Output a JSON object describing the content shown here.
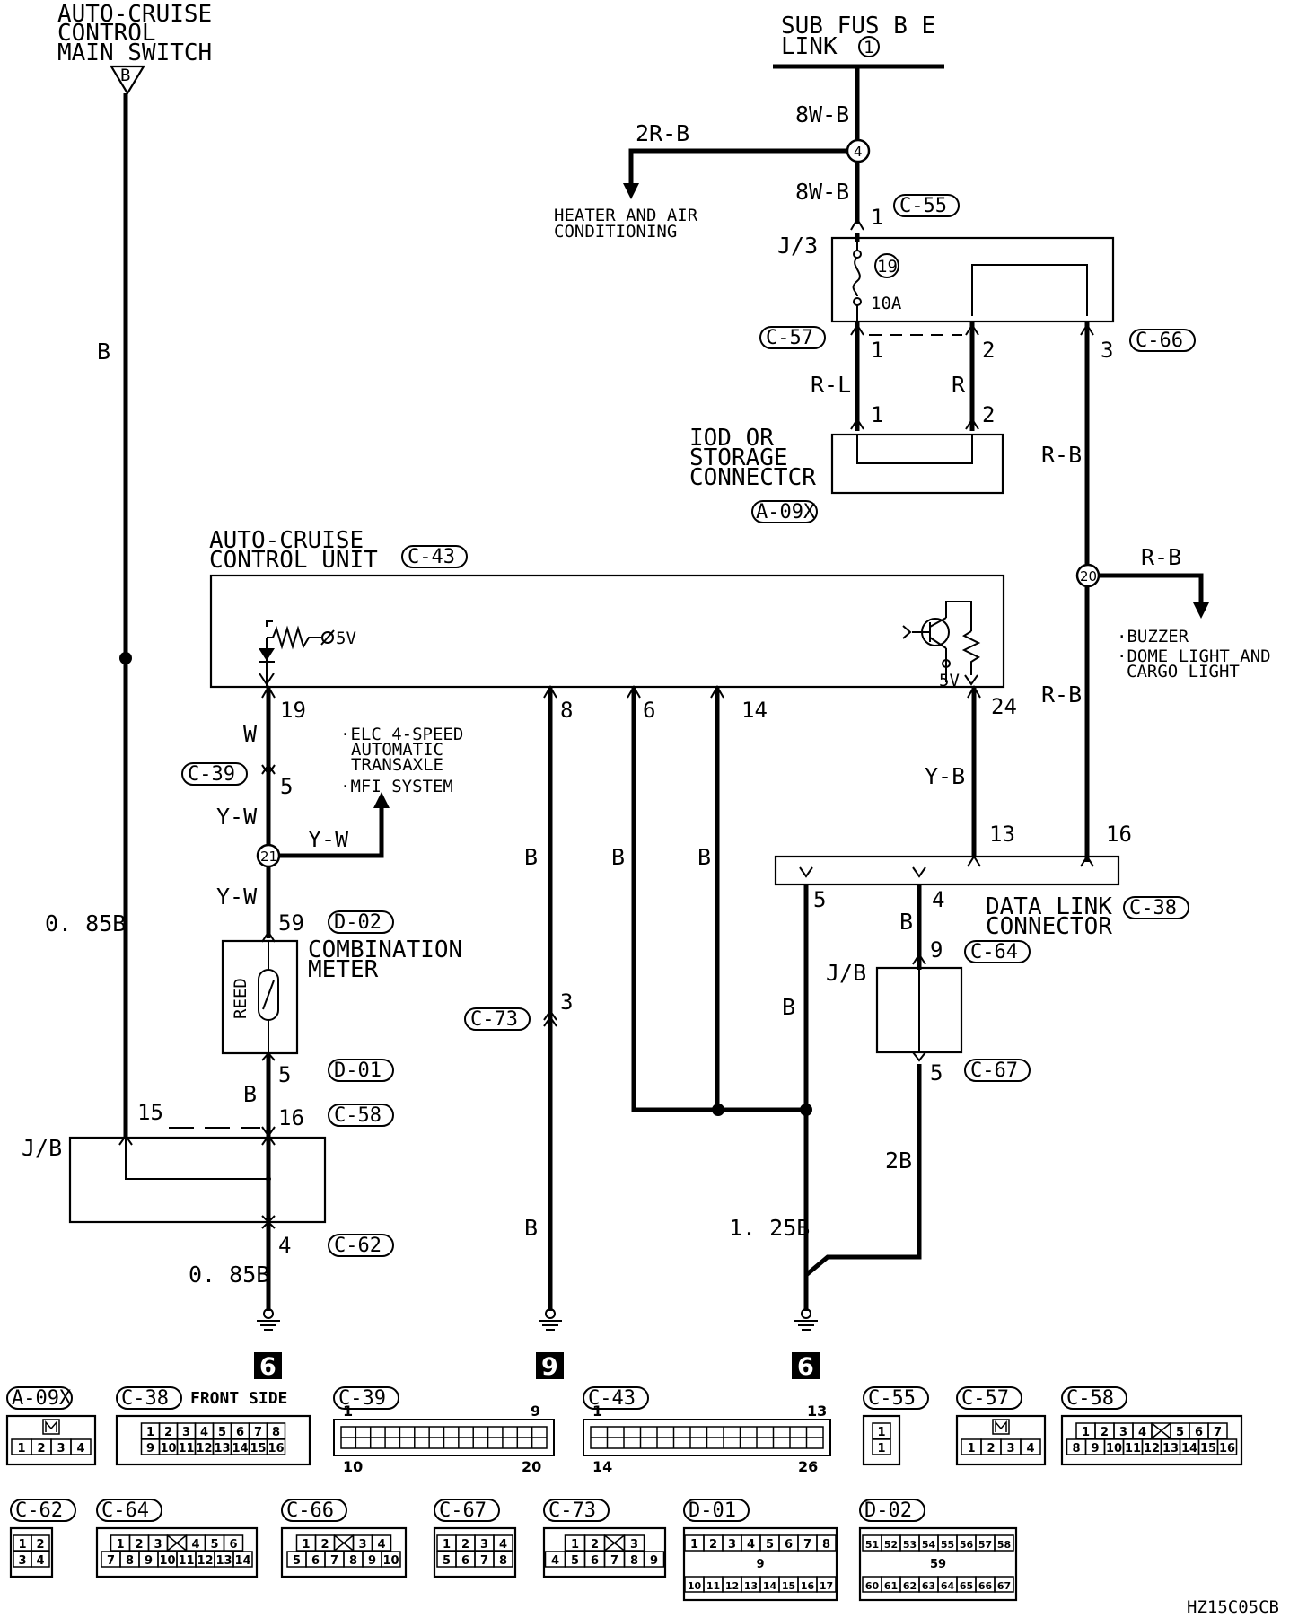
{
  "title": {
    "cruise_switch": [
      "AUTO-CRUISE",
      "CONTROL",
      "MAIN SWITCH"
    ],
    "fuse_link": [
      "SUB FUS B E",
      "LINK"
    ],
    "fuse_link_num": "1"
  },
  "components": {
    "heater": [
      "HEATER AND AIR",
      "CONDITIONING"
    ],
    "iod": [
      "IOD OR",
      "STORAGE",
      "CONNECTCR"
    ],
    "control_unit": [
      "AUTO-CRUISE",
      "CONTROL UNIT"
    ],
    "elc": [
      "·ELC 4-SPEED",
      "AUTOMATIC",
      "TRANSAXLE",
      "·MFI SYSTEM"
    ],
    "buzzer": [
      "·BUZZER",
      "·DOME LIGHT AND",
      "CARGO LIGHT"
    ],
    "combination_meter": [
      "COMBINATION",
      "METER"
    ],
    "reed": "REED",
    "data_link": [
      "DATA LINK",
      "CONNECTOR"
    ],
    "jb_label": "J/B",
    "jb_label_alt": "J/3",
    "fuse_num": "19",
    "fuse_amp": "10A",
    "source_5v": "5V"
  },
  "connector_tags": {
    "c55": "C-55",
    "c57": "C-57",
    "c66": "C-66",
    "a09x": "A-09X",
    "c43": "C-43",
    "c39": "C-39",
    "d02": "D-02",
    "d01": "D-01",
    "c58": "C-58",
    "c62": "C-62",
    "c73": "C-73",
    "c38": "C-38",
    "c64": "C-64",
    "c67": "C-67"
  },
  "wires": {
    "w1": "8W-B",
    "w2": "2R-B",
    "w3": "8W-B",
    "w4": "B",
    "w5": "R-L",
    "w6": "R",
    "w7": "R-B",
    "w8": "R-B",
    "w9": "R-B",
    "w10": "W",
    "w11": "Y-W",
    "w12": "Y-W",
    "w13": "Y-W",
    "w14": "0. 85B",
    "w15": "B",
    "w16": "0. 85B",
    "w17": "B",
    "w18": "B",
    "w19": "B",
    "w20": "B",
    "w21": "Y-B",
    "w22": "B",
    "w23": "B",
    "w24": "2B",
    "w25": "1. 25B"
  },
  "pins": {
    "p1": "1",
    "p2": "1",
    "p3": "2",
    "p4": "3",
    "p5": "1",
    "p6": "2",
    "p7": "19",
    "p8": "8",
    "p9": "6",
    "p10": "14",
    "p11": "24",
    "p12": "5",
    "p13": "59",
    "p14": "5",
    "p15": "15",
    "p16": "16",
    "p17": "4",
    "p18": "3",
    "p19": "13",
    "p20": "16",
    "p21": "5",
    "p22": "4",
    "p23": "9",
    "p24": "5"
  },
  "splices": {
    "s1": "4",
    "s2": "20",
    "s3": "21"
  },
  "grounds": {
    "g1": "6",
    "g2": "9",
    "g3": "6"
  },
  "connector_views": [
    {
      "tag": "A-09X",
      "pins_top": [],
      "pins_bottom": [
        "1",
        "2",
        "3",
        "4"
      ]
    },
    {
      "tag": "C-38",
      "note": "FRONT SIDE",
      "pins_top": [
        "1",
        "2",
        "3",
        "4",
        "5",
        "6",
        "7",
        "8"
      ],
      "pins_bottom": [
        "9",
        "10",
        "11",
        "12",
        "13",
        "14",
        "15",
        "16"
      ]
    },
    {
      "tag": "C-39",
      "labels": [
        "1",
        "9",
        "10",
        "20"
      ]
    },
    {
      "tag": "C-43",
      "labels": [
        "1",
        "13",
        "14",
        "26"
      ]
    },
    {
      "tag": "C-55",
      "pins_top": [
        "1"
      ],
      "pins_bottom": [
        "1"
      ]
    },
    {
      "tag": "C-57",
      "pins_top": [],
      "pins_bottom": [
        "1",
        "2",
        "3",
        "4"
      ]
    },
    {
      "tag": "C-58",
      "pins_top": [
        "1",
        "2",
        "3",
        "4",
        "",
        "5",
        "6",
        "7"
      ],
      "pins_bottom": [
        "8",
        "9",
        "10",
        "11",
        "12",
        "13",
        "14",
        "15",
        "16"
      ]
    },
    {
      "tag": "C-62",
      "pins_top": [
        "1",
        "2"
      ],
      "pins_bottom": [
        "3",
        "4"
      ]
    },
    {
      "tag": "C-64",
      "pins_top": [
        "1",
        "2",
        "3",
        "",
        "4",
        "5",
        "6"
      ],
      "pins_bottom": [
        "7",
        "8",
        "9",
        "10",
        "11",
        "12",
        "13",
        "14"
      ]
    },
    {
      "tag": "C-66",
      "pins_top": [
        "1",
        "2",
        "",
        "3",
        "4"
      ],
      "pins_bottom": [
        "5",
        "6",
        "7",
        "8",
        "9",
        "10"
      ]
    },
    {
      "tag": "C-67",
      "pins_top": [
        "1",
        "2",
        "3",
        "4"
      ],
      "pins_bottom": [
        "5",
        "6",
        "7",
        "8"
      ]
    },
    {
      "tag": "C-73",
      "pins_top": [
        "1",
        "2",
        "",
        "3"
      ],
      "pins_bottom": [
        "4",
        "5",
        "6",
        "7",
        "8",
        "9"
      ]
    },
    {
      "tag": "D-01",
      "pins_top": [
        "1",
        "2",
        "3",
        "4",
        "5",
        "6",
        "7",
        "8"
      ],
      "middle": "9",
      "pins_bottom": [
        "10",
        "11",
        "12",
        "13",
        "14",
        "15",
        "16",
        "17"
      ]
    },
    {
      "tag": "D-02",
      "pins_top": [
        "51",
        "52",
        "53",
        "54",
        "55",
        "56",
        "57",
        "58"
      ],
      "middle": "59",
      "pins_bottom": [
        "60",
        "61",
        "62",
        "63",
        "64",
        "65",
        "66",
        "67"
      ]
    }
  ],
  "diagram_code": "HZ15C05CB"
}
